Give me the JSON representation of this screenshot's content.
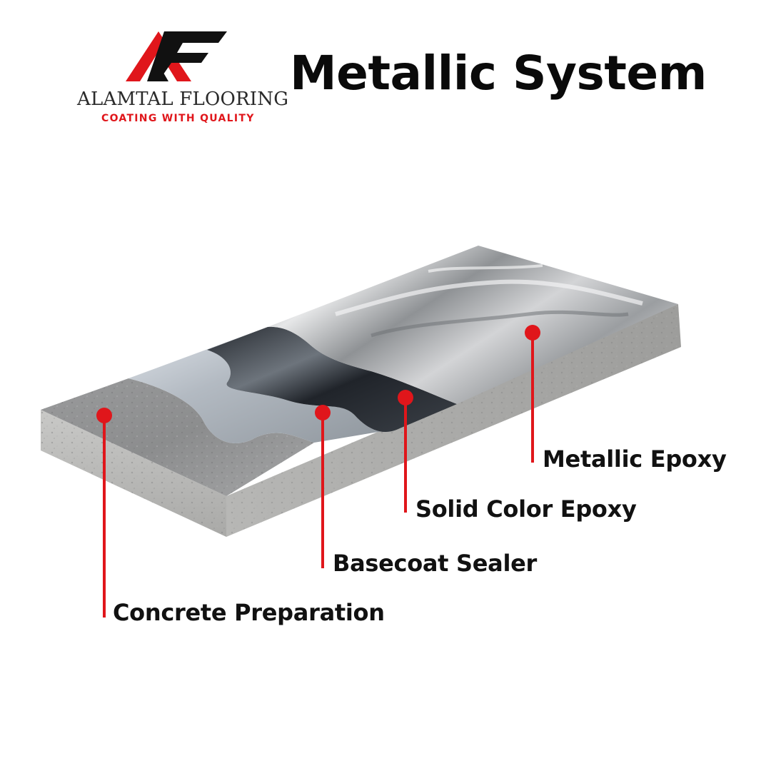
{
  "header": {
    "title": "Metallic System",
    "logo": {
      "name": "ALAMTAL FLOORING",
      "tagline": "COATING WITH QUALITY",
      "colors": {
        "red": "#e0161b",
        "black": "#111111"
      }
    }
  },
  "layers": [
    {
      "label": "Metallic Epoxy"
    },
    {
      "label": "Solid Color Epoxy"
    },
    {
      "label": "Basecoat Sealer"
    },
    {
      "label": "Concrete Preparation"
    }
  ],
  "colors": {
    "marker": "#e0161b",
    "text": "#111111"
  }
}
